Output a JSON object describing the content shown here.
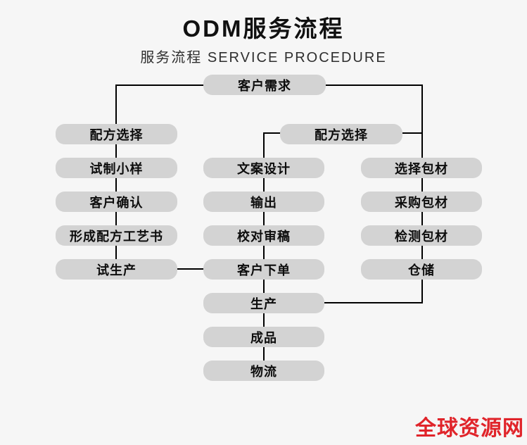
{
  "page": {
    "title": "ODM服务流程",
    "subtitle": "服务流程 SERVICE PROCEDURE",
    "watermark": "全球资源网"
  },
  "flowchart": {
    "top": "客户需求",
    "left": [
      "配方选择",
      "试制小样",
      "客户确认",
      "形成配方工艺书",
      "试生产"
    ],
    "branch_right": "配方选择",
    "middle": [
      "文案设计",
      "输出",
      "校对审稿",
      "客户下单",
      "生产",
      "成品",
      "物流"
    ],
    "right": [
      "选择包材",
      "采购包材",
      "检测包材",
      "仓储"
    ]
  },
  "colors": {
    "background": "#f6f6f6",
    "box_fill": "#d3d3d3",
    "line": "#000000",
    "text": "#0d0d0d",
    "watermark_red": "#e0242a"
  }
}
